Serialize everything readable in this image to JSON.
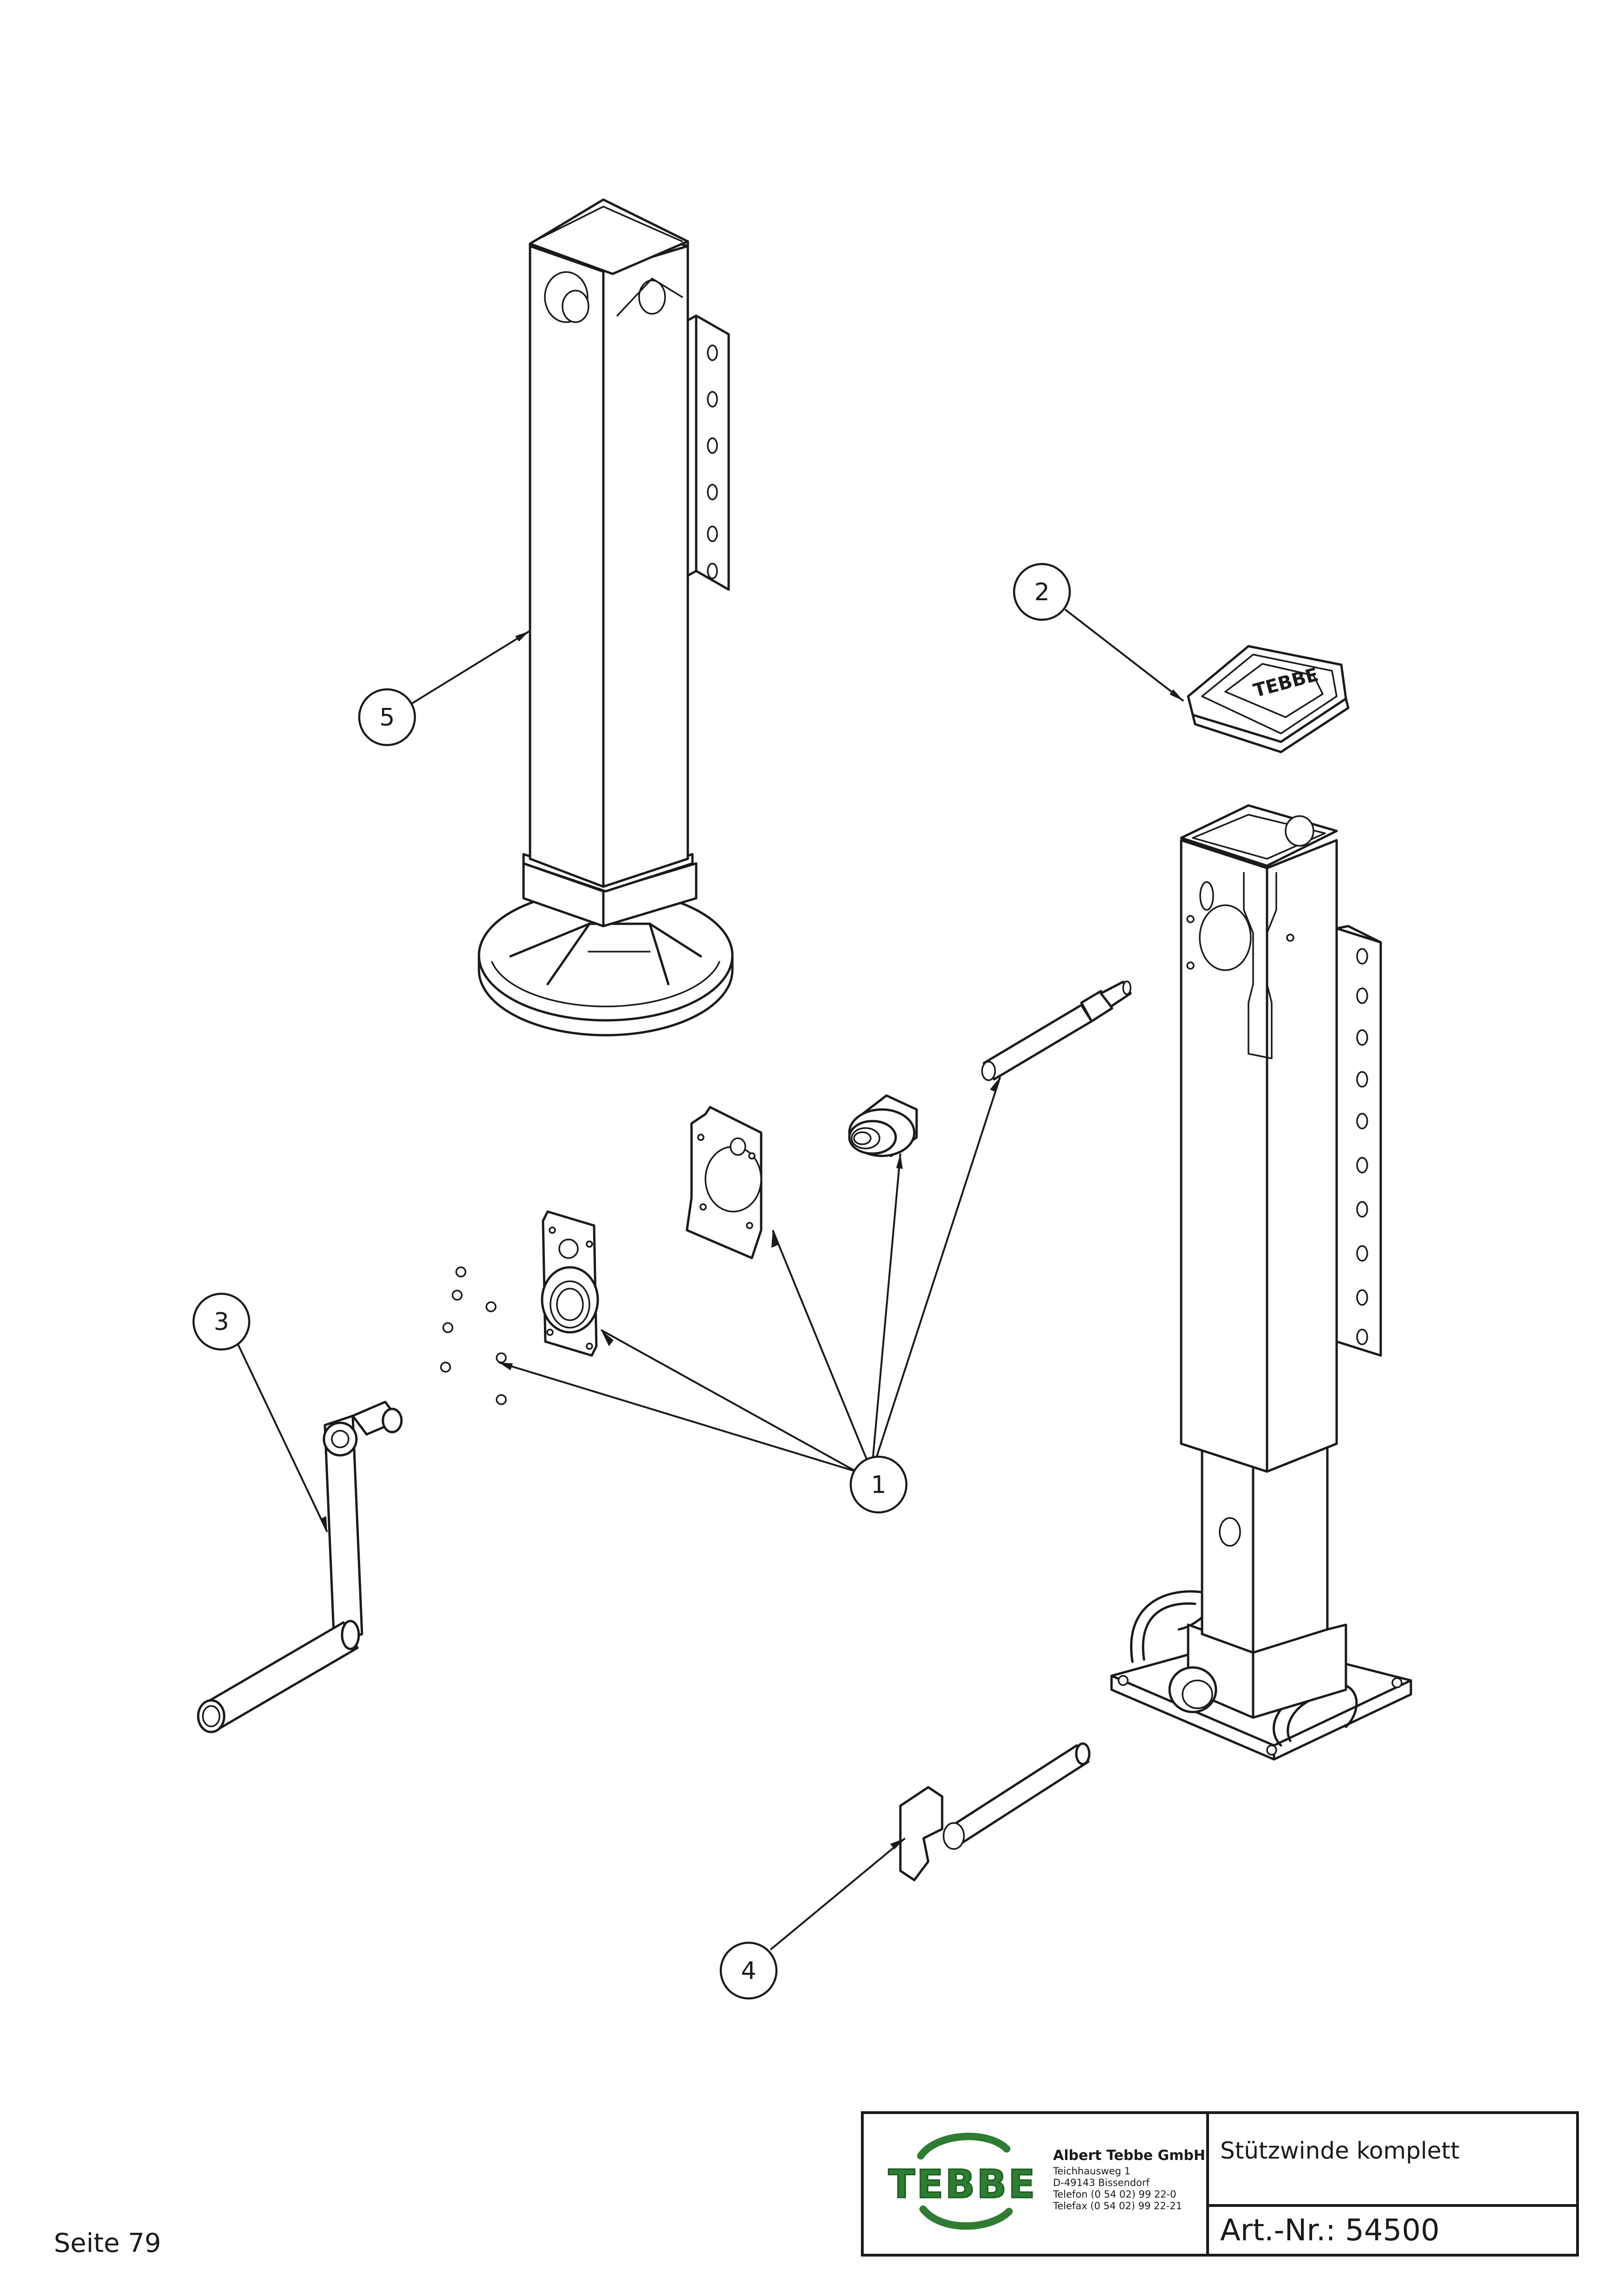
{
  "drawing": {
    "balloons": [
      {
        "id": "balloon-1",
        "label": "1"
      },
      {
        "id": "balloon-2",
        "label": "2"
      },
      {
        "id": "balloon-3",
        "label": "3"
      },
      {
        "id": "balloon-4",
        "label": "4"
      },
      {
        "id": "balloon-5",
        "label": "5"
      }
    ]
  },
  "title_block": {
    "logo_text": "TEBBE",
    "company": {
      "name": "Albert Tebbe GmbH",
      "street": "Teichhausweg 1",
      "city": "D-49143 Bissendorf",
      "phone": "Telefon (0 54 02) 99 22-0",
      "fax": "Telefax (0 54 02) 99 22-21"
    },
    "title": "Stützwinde komplett",
    "article_number": "Art.-Nr.: 54500"
  },
  "footer": {
    "page": "Seite 79"
  },
  "colors": {
    "logo_green": "#2e7d32",
    "line": "#1a1a1a"
  }
}
